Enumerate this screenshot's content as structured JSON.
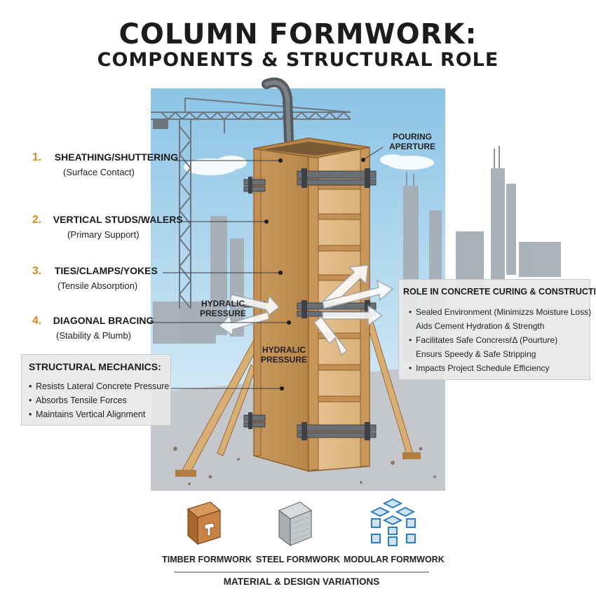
{
  "title": {
    "main": "COLUMN FORMWORK:",
    "sub": "COMPONENTS & STRUCTURAL ROLE"
  },
  "components": [
    {
      "num": "1.",
      "title": "SHEATHING/SHUTTERING",
      "sub": "(Surface Contact)"
    },
    {
      "num": "2.",
      "title": "VERTICAL STUDS/WALERS",
      "sub": "(Primary Support)"
    },
    {
      "num": "3.",
      "title": "TIES/CLAMPS/YOKES",
      "sub": "(Tensile Absorption)"
    },
    {
      "num": "4.",
      "title": "DIAGONAL BRACING",
      "sub": "(Stability & Plumb)"
    }
  ],
  "mechanics": {
    "title": "STRUCTURAL MECHANICS:",
    "items": [
      "Resists Lateral Concrete Pressure",
      "Absorbs Tensile Forces",
      "Maintains Vertical Alignment"
    ]
  },
  "role": {
    "title": "ROLE IN CONCRETE CURING & CONSTRUCTION:",
    "items": [
      {
        "bullet": true,
        "text": "Sealed Environment (Minimizzs Moisture Loss)"
      },
      {
        "bullet": false,
        "text": "Aids Cement Hydration & Strength"
      },
      {
        "bullet": true,
        "text": "Facilitates Safe ConcreısŕΔ   (Pourture)"
      },
      {
        "bullet": false,
        "text": "Ensurs Speedy & Safe Stripping"
      },
      {
        "bullet": true,
        "text": "Impacts Project Schedule Efficiency"
      }
    ]
  },
  "scene": {
    "pouring_line1": "POURING",
    "pouring_line2": "APERTURE",
    "pressure_left_line1": "HYDRALIC",
    "pressure_left_line2": "PRESSURE",
    "pressure_center_line1": "HYDRALIC",
    "pressure_center_line2": "PRESSURE"
  },
  "materials": [
    {
      "label": "TIMBER FORMWORK",
      "icon": "timber-block-icon"
    },
    {
      "label": "STEEL FORMWORK",
      "icon": "steel-block-icon"
    },
    {
      "label": "MODULAR FORMWORK",
      "icon": "modular-cubes-icon"
    }
  ],
  "footer": "MATERIAL & DESIGN VARIATIONS",
  "colors": {
    "accent_number": "#d98b1c",
    "sky": "#a9d3ec",
    "wood_light": "#e3c08c",
    "wood_dark": "#b27d43",
    "clamp": "#6b6f73",
    "modular_blue": "#2f7cc6"
  }
}
